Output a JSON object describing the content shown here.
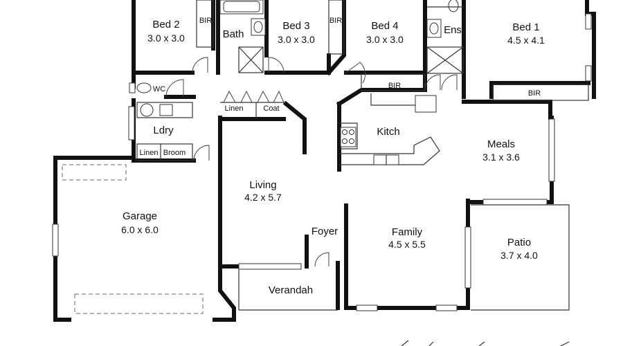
{
  "rooms": {
    "bed2": {
      "name": "Bed 2",
      "dim": "3.0 x 3.0"
    },
    "bath": {
      "name": "Bath"
    },
    "bed3": {
      "name": "Bed 3",
      "dim": "3.0 x 3.0"
    },
    "bed4": {
      "name": "Bed 4",
      "dim": "3.0 x 3.0"
    },
    "ens": {
      "name": "Ens"
    },
    "bed1": {
      "name": "Bed 1",
      "dim": "4.5 x 4.1"
    },
    "ldry": {
      "name": "Ldry"
    },
    "kitch": {
      "name": "Kitch"
    },
    "meals": {
      "name": "Meals",
      "dim": "3.1 x 3.6"
    },
    "living": {
      "name": "Living",
      "dim": "4.2 x 5.7"
    },
    "garage": {
      "name": "Garage",
      "dim": "6.0 x 6.0"
    },
    "foyer": {
      "name": "Foyer"
    },
    "family": {
      "name": "Family",
      "dim": "4.5 x 5.5"
    },
    "patio": {
      "name": "Patio",
      "dim": "3.7 x 4.0"
    },
    "verandah": {
      "name": "Verandah"
    }
  },
  "labels": {
    "bir": "BIR",
    "wc": "WC",
    "linen": "Linen",
    "coat": "Coat",
    "broom": "Broom"
  }
}
